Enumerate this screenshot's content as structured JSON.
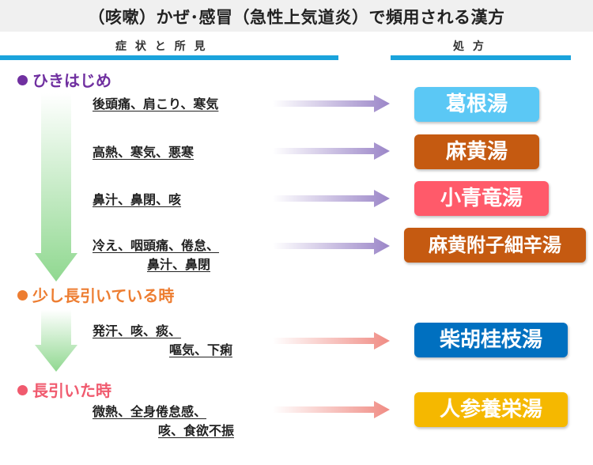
{
  "title": "（咳嗽）かぜ･感冒（急性上気道炎）で頻用される漢方",
  "headers": {
    "symptoms": "症 状 と 所 見",
    "prescription": "処 方"
  },
  "colors": {
    "header_line": "#1aa3dc",
    "stage1": "#7030a0",
    "stage2": "#ed7d31",
    "stage3": "#f05a6e",
    "arrow_purple": "#9b86c8",
    "arrow_red": "#f08c84",
    "green_arrow": "#90d890"
  },
  "stages": [
    {
      "label": "ひきはじめ"
    },
    {
      "label": "少し長引いている時"
    },
    {
      "label": "長引いた時"
    }
  ],
  "rows": [
    {
      "line1": "後頭痛、肩こり、寒気",
      "line2": "",
      "rx": "葛根湯",
      "rx_color": "#5bc8f5"
    },
    {
      "line1": "高熱、寒気、悪寒",
      "line2": "",
      "rx": "麻黄湯",
      "rx_color": "#c55a11"
    },
    {
      "line1": "鼻汁、鼻閉、咳",
      "line2": "",
      "rx": "小青竜湯",
      "rx_color": "#ff5a6a"
    },
    {
      "line1": "冷え、咽頭痛、倦怠、",
      "line2": "鼻汁、鼻閉",
      "rx": "麻黄附子細辛湯",
      "rx_color": "#c55a11"
    },
    {
      "line1": "発汗、咳、痰、",
      "line2": "嘔気、下痢",
      "rx": "柴胡桂枝湯",
      "rx_color": "#0070c0"
    },
    {
      "line1": "微熱、全身倦怠感、",
      "line2": "咳、食欲不振",
      "rx": "人参養栄湯",
      "rx_color": "#f5b800"
    }
  ]
}
